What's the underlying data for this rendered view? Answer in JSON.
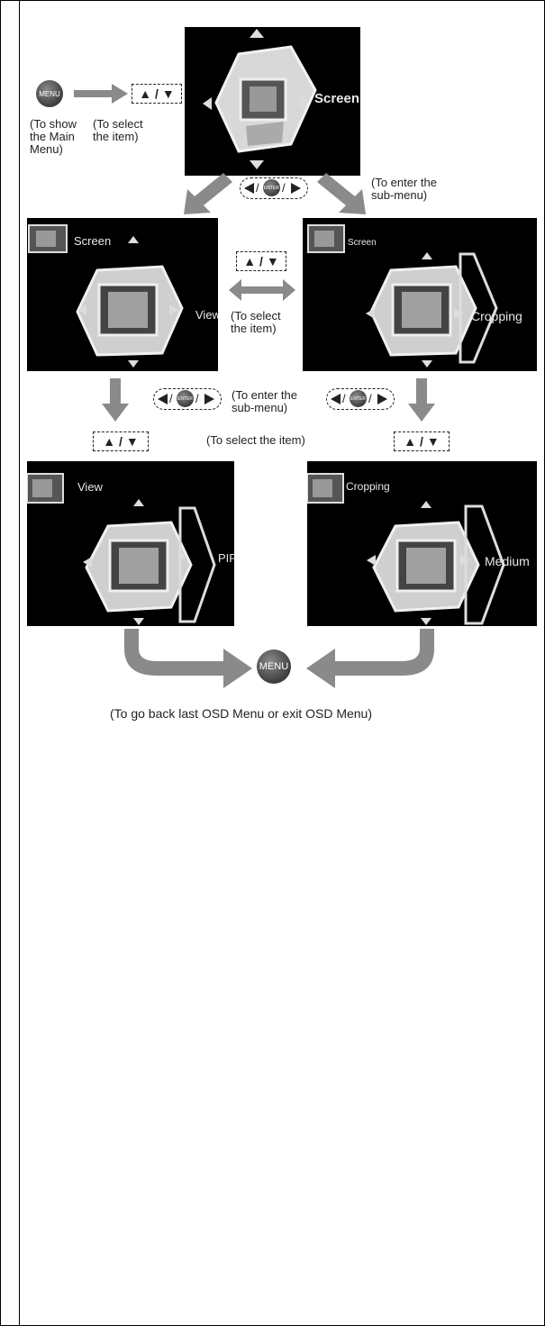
{
  "buttons": {
    "menu": "MENU",
    "enter": "ENTER"
  },
  "keys": {
    "updown": "▲ / ▼",
    "slash": "/"
  },
  "labels": {
    "show_main_1": "(To show",
    "show_main_2": "the Main",
    "show_main_3": "Menu)",
    "select_1": "(To select",
    "select_2": "the item)",
    "enter_sub_1": "(To enter the",
    "enter_sub_2": "sub-menu)",
    "select_item": "(To select the item)",
    "back": "(To go back last OSD Menu or exit OSD Menu)"
  },
  "osd": {
    "main": {
      "right": "Screen"
    },
    "left1": {
      "corner": "Screen",
      "right": "View"
    },
    "right1": {
      "corner": "Screen",
      "right": "Cropping"
    },
    "left2": {
      "corner": "View",
      "right": "PIP"
    },
    "right2": {
      "corner": "Cropping",
      "right": "Medium"
    }
  },
  "colors": {
    "arrow": "#8a8a8a",
    "screen_bg": "#000000"
  }
}
